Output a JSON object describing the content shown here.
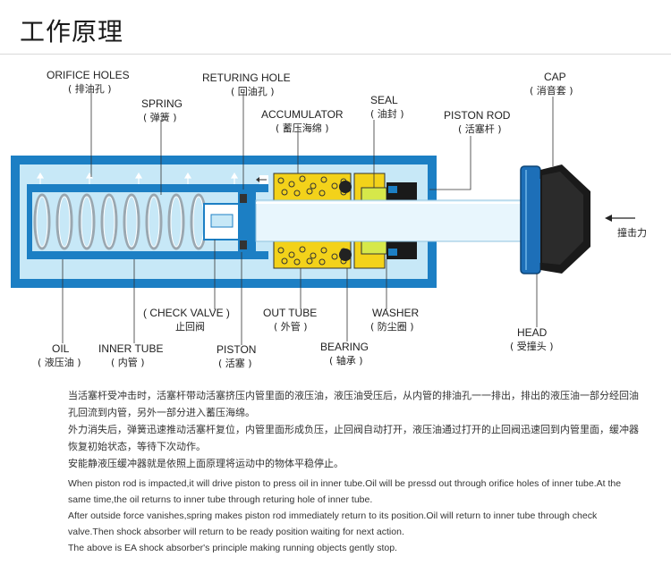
{
  "title": "工作原理",
  "labels": {
    "orifice_holes": {
      "en": "ORIFICE HOLES",
      "cn": "( 排油孔 )"
    },
    "spring": {
      "en": "SPRING",
      "cn": "( 弹簧 )"
    },
    "returing_hole": {
      "en": "RETURING HOLE",
      "cn": "( 回油孔 )"
    },
    "accumulator": {
      "en": "ACCUMULATOR",
      "cn": "( 蓄压海绵 )"
    },
    "seal": {
      "en": "SEAL",
      "cn": "( 油封 )"
    },
    "piston_rod": {
      "en": "PISTON ROD",
      "cn": "( 活塞杆 )"
    },
    "cap": {
      "en": "CAP",
      "cn": "( 消音套 )"
    },
    "impact_force": "撞击力",
    "check_valve": {
      "en": "( CHECK VALVE )",
      "cn": "止回阀"
    },
    "out_tube": {
      "en": "OUT TUBE",
      "cn": "( 外管 )"
    },
    "washer": {
      "en": "WASHER",
      "cn": "( 防尘圈 )"
    },
    "head": {
      "en": "HEAD",
      "cn": "( 受撞头 )"
    },
    "oil": {
      "en": "OIL",
      "cn": "( 液压油 )"
    },
    "inner_tube": {
      "en": "INNER TUBE",
      "cn": "( 内管 )"
    },
    "piston": {
      "en": "PISTON",
      "cn": "( 活塞 )"
    },
    "bearing": {
      "en": "BEARING",
      "cn": "( 轴承 )"
    }
  },
  "description_cn": [
    "当活塞杆受冲击时，活塞杆带动活塞挤压内管里面的液压油，液压油受压后，从内管的排油孔一一排出，排出的液压油一部分经回油孔回流到内管，另外一部分进入蓄压海绵。",
    "外力消失后，弹簧迅速推动活塞杆复位，内管里面形成负压，止回阀自动打开，液压油通过打开的止回阀迅速回到内管里面，缓冲器恢复初始状态，等待下次动作。",
    "安能静液压缓冲器就是依照上面原理将运动中的物体平稳停止。"
  ],
  "description_en": [
    "When piston rod is impacted,it will drive piston to press oil in inner tube.Oil will be pressd out through orifice holes of inner tube.At the same time,the oil returns to inner tube through returing hole of inner tube.",
    "After outside force vanishes,spring makes piston rod immediately return to its position.Oil will return to inner tube through check valve.Then shock absorber will return to be ready position waiting for next action.",
    "The above is EA shock absorber's principle making running objects gently stop."
  ],
  "colors": {
    "outer_blue": "#1c7fc4",
    "light_blue": "#c7e8f7",
    "rod_light": "#e8f6fd",
    "accumulator_yellow": "#f3d21a",
    "seal_green": "#d6e84a",
    "head_blue": "#1d6fb8"
  }
}
